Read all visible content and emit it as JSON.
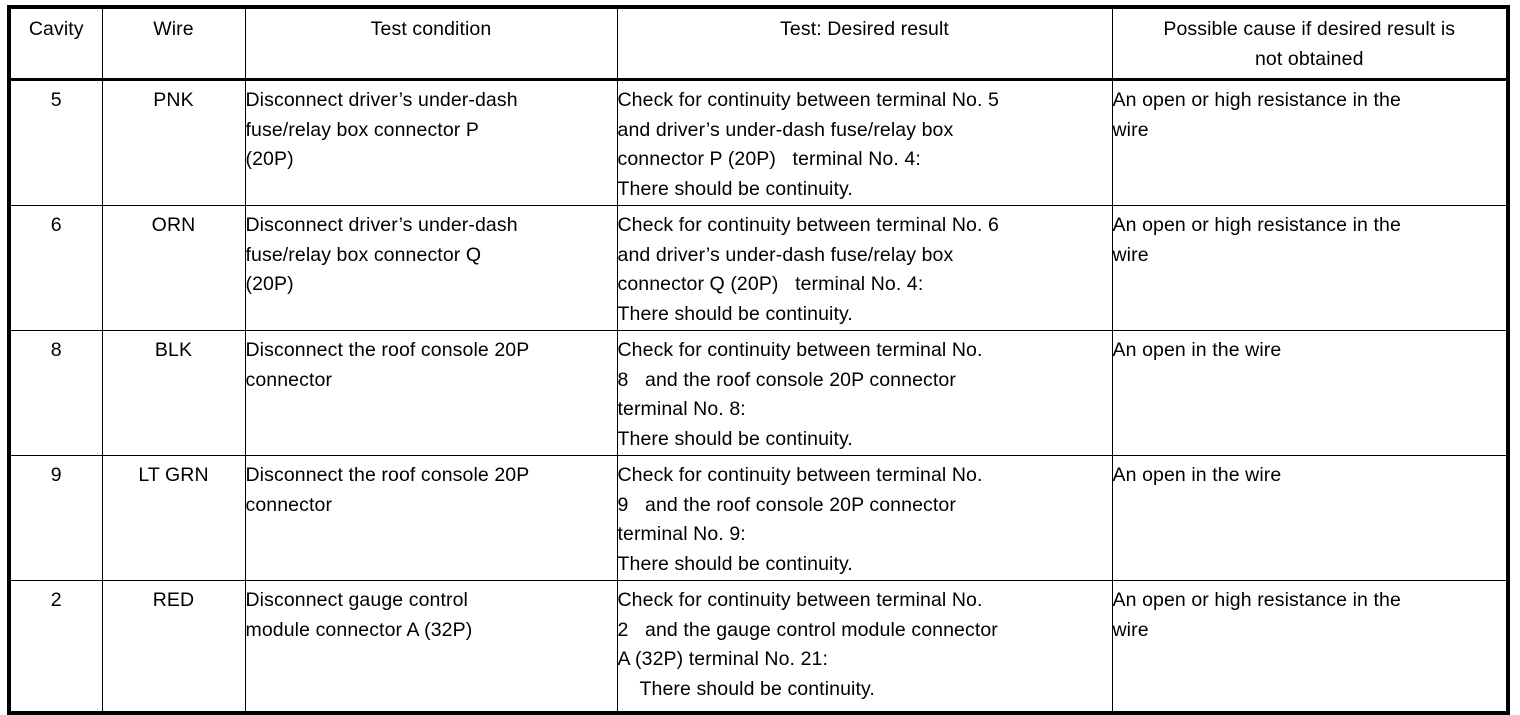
{
  "table": {
    "columns": [
      {
        "key": "cavity",
        "label": "Cavity"
      },
      {
        "key": "wire",
        "label": "Wire"
      },
      {
        "key": "test_condition",
        "label": "Test condition"
      },
      {
        "key": "test_desired_result",
        "label": "Test: Desired result"
      },
      {
        "key": "possible_cause",
        "label_line1": "Possible cause if desired result is",
        "label_line2": "not obtained"
      }
    ],
    "rows": [
      {
        "cavity": "5",
        "wire": "PNK",
        "test_condition": [
          "Disconnect driver’s under-dash",
          "fuse/relay box connector P",
          "(20P)"
        ],
        "test_desired_result": [
          "Check for continuity between terminal No. 5",
          "and driver’s under-dash fuse/relay box",
          "connector P (20P)   terminal No. 4:",
          "There should be continuity."
        ],
        "test_desired_result_indent": [
          false,
          false,
          false,
          false
        ],
        "possible_cause": [
          "An open or high resistance in the",
          "wire"
        ]
      },
      {
        "cavity": "6",
        "wire": "ORN",
        "test_condition": [
          "Disconnect driver’s under-dash",
          "fuse/relay box connector Q",
          "(20P)"
        ],
        "test_desired_result": [
          "Check for continuity between terminal No. 6",
          "and driver’s under-dash fuse/relay box",
          "connector Q (20P)   terminal No. 4:",
          "There should be continuity."
        ],
        "test_desired_result_indent": [
          false,
          false,
          false,
          false
        ],
        "possible_cause": [
          "An open or high resistance in the",
          "wire"
        ]
      },
      {
        "cavity": "8",
        "wire": "BLK",
        "test_condition": [
          "Disconnect the roof console 20P",
          "connector"
        ],
        "test_desired_result": [
          "Check for continuity between terminal No.",
          "8   and the roof console 20P connector",
          "terminal No. 8:",
          "There should be continuity."
        ],
        "test_desired_result_indent": [
          false,
          false,
          false,
          false
        ],
        "possible_cause": [
          "An open in the wire"
        ]
      },
      {
        "cavity": "9",
        "wire": "LT GRN",
        "test_condition": [
          "Disconnect the roof console 20P",
          "connector"
        ],
        "test_desired_result": [
          "Check for continuity between terminal No.",
          "9   and the roof console 20P connector",
          "terminal No. 9:",
          "There should be continuity."
        ],
        "test_desired_result_indent": [
          false,
          false,
          false,
          false
        ],
        "possible_cause": [
          "An open in the wire"
        ]
      },
      {
        "cavity": "2",
        "wire": "RED",
        "test_condition": [
          "Disconnect gauge control",
          "module connector A (32P)"
        ],
        "test_desired_result": [
          "Check for continuity between terminal No.",
          "2   and the gauge control module connector",
          "A (32P) terminal No. 21:",
          "There should be continuity."
        ],
        "test_desired_result_indent": [
          false,
          false,
          false,
          true
        ],
        "possible_cause": [
          "An open or high resistance in the",
          "wire"
        ]
      }
    ]
  }
}
